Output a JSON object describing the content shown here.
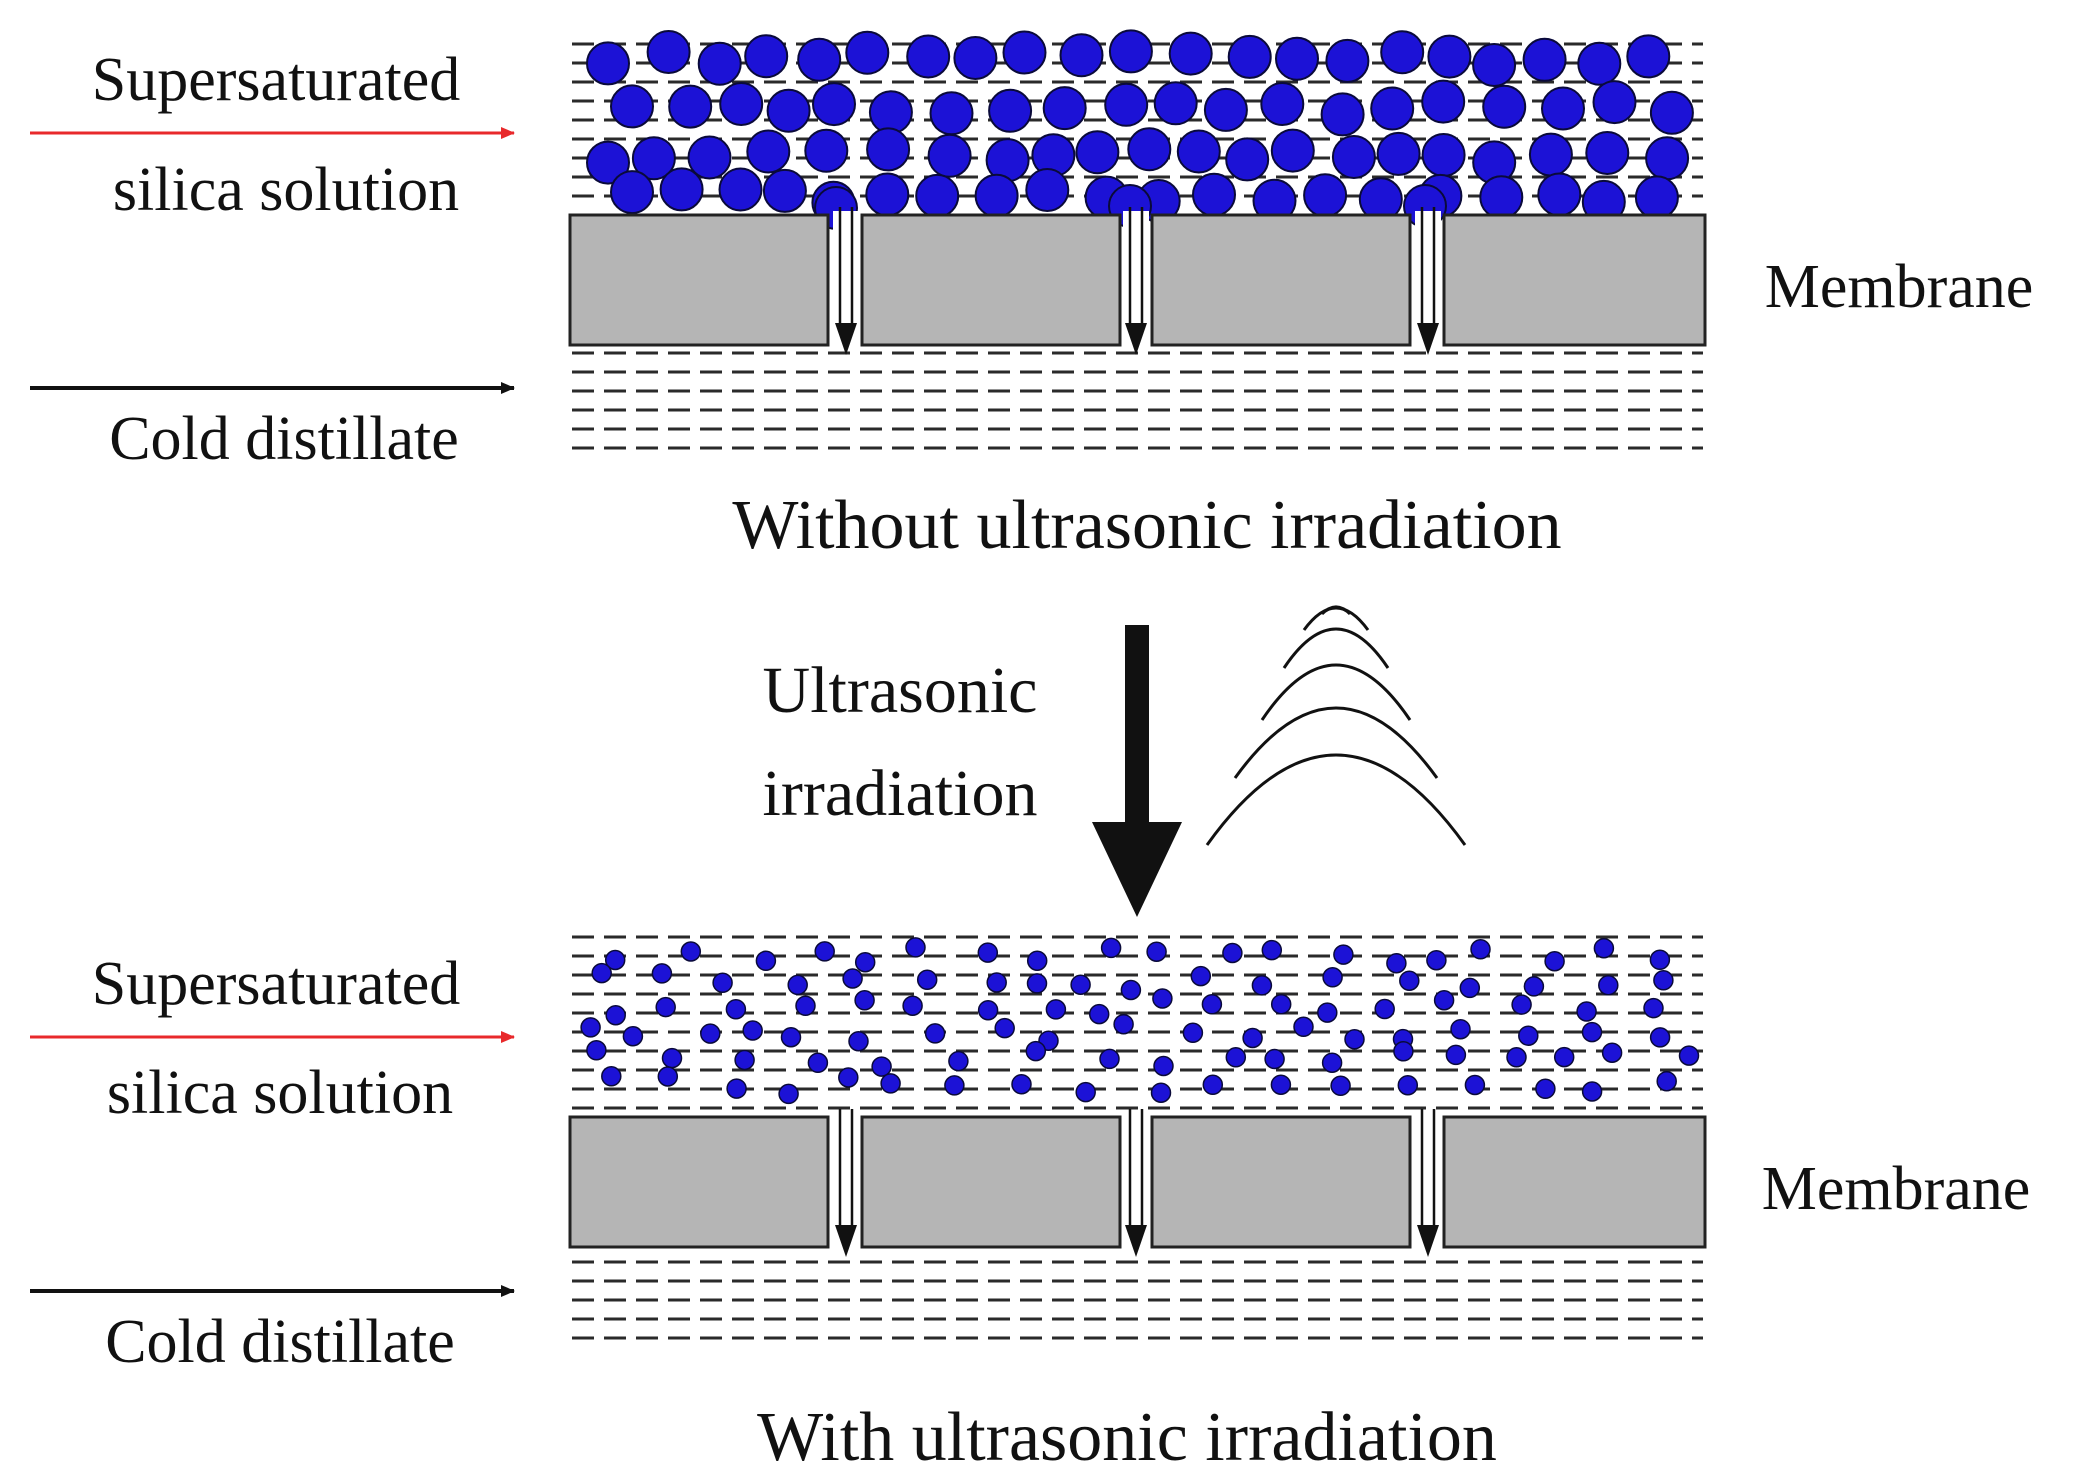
{
  "colors": {
    "feed_arrow": "#e8292b",
    "distillate_arrow": "#111111",
    "particle_fill": "#1c12d6",
    "particle_stroke": "#0a0a3a",
    "membrane_fill": "#b5b5b5",
    "membrane_stroke": "#222222"
  },
  "top_panel": {
    "feed_label_line1": "Supersaturated",
    "feed_label_line2": "silica solution",
    "membrane_label": "Membrane",
    "distillate_label": "Cold distillate",
    "caption": "Without ultrasonic irradiation",
    "particle_size": "large"
  },
  "transition": {
    "label_line1": "Ultrasonic",
    "label_line2": "irradiation",
    "icon": "ultrasonic-wave-icon"
  },
  "bottom_panel": {
    "feed_label_line1": "Supersaturated",
    "feed_label_line2": "silica solution",
    "membrane_label": "Membrane",
    "distillate_label": "Cold distillate",
    "caption": "With ultrasonic irradiation",
    "particle_size": "small"
  }
}
